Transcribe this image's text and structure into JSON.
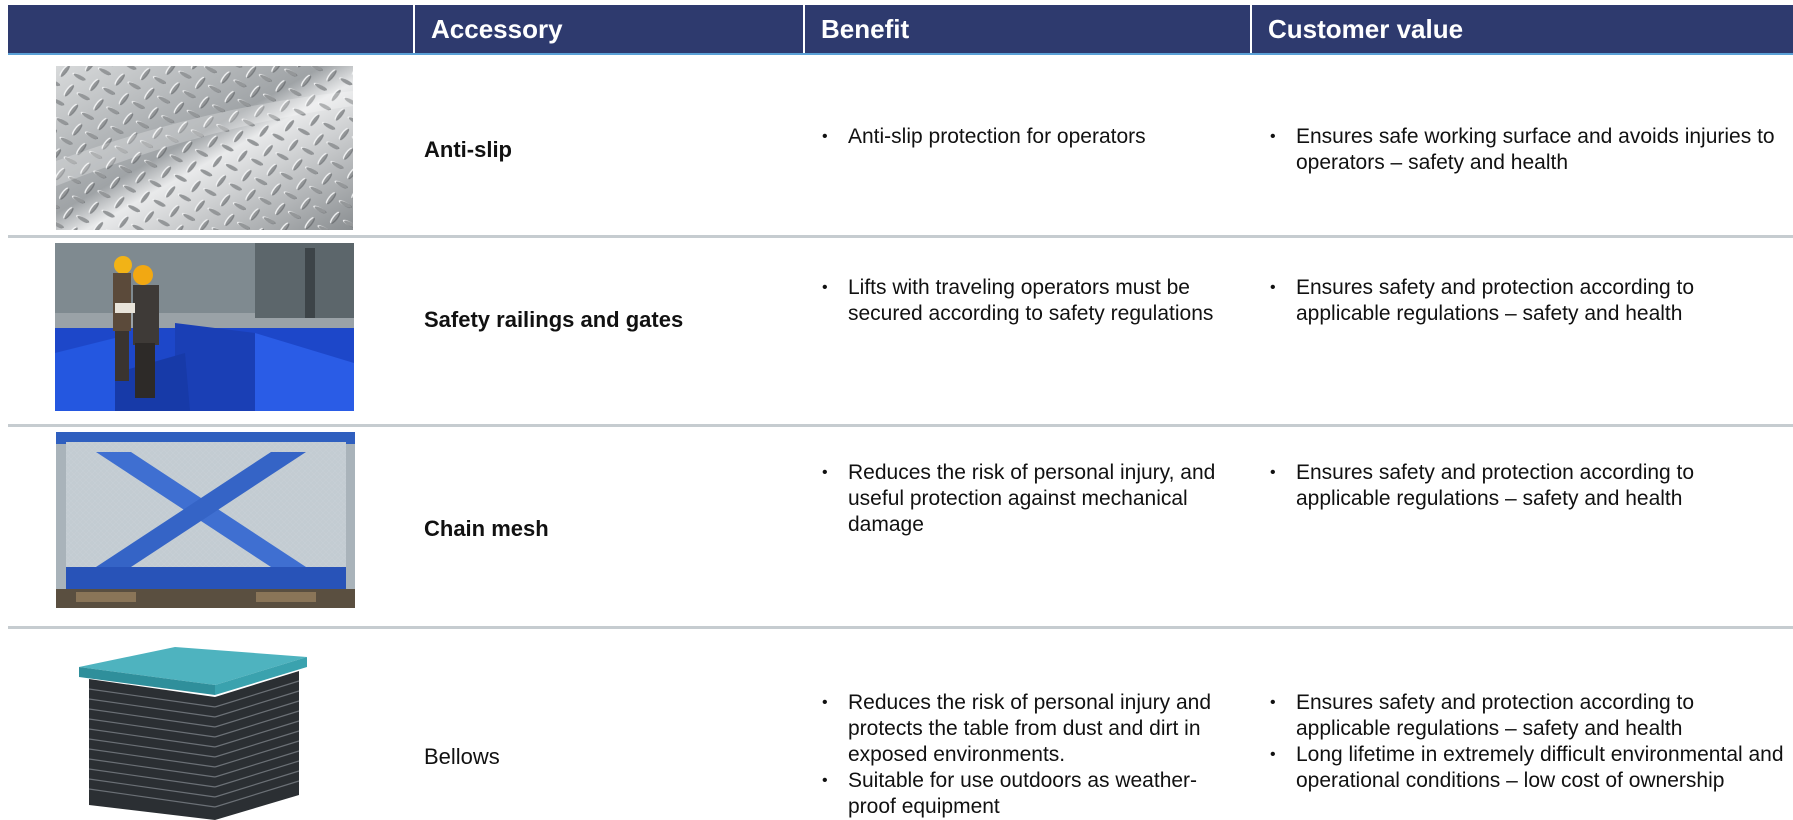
{
  "header": {
    "col_image": "",
    "col_accessory": "Accessory",
    "col_benefit": "Benefit",
    "col_value": "Customer value"
  },
  "rows": [
    {
      "accessory": "Anti-slip",
      "benefit": [
        "Anti-slip protection for operators"
      ],
      "value": [
        "Ensures safe working surface and avoids injuries to operators – safety and health"
      ],
      "image_icon": "diamond-plate-image"
    },
    {
      "accessory": "Safety railings and gates",
      "benefit": [
        "Lifts with traveling operators must be secured according to safety regulations"
      ],
      "value": [
        "Ensures safety and protection according to applicable regulations – safety and health"
      ],
      "image_icon": "workers-with-railings-image"
    },
    {
      "accessory": "Chain mesh",
      "benefit": [
        "Reduces the risk of personal injury, and useful protection against mechanical damage"
      ],
      "value": [
        "Ensures safety and protection according to applicable regulations – safety and health"
      ],
      "image_icon": "scissor-lift-chain-mesh-image"
    },
    {
      "accessory": "Bellows",
      "benefit": [
        "Reduces the risk of personal injury and protects the table from dust and dirt in exposed environments.",
        "Suitable for use outdoors as weather-proof equipment"
      ],
      "value": [
        "Ensures safety and protection according to applicable regulations – safety and health",
        "Long lifetime in extremely difficult environmental and operational conditions – low cost of ownership"
      ],
      "image_icon": "bellows-lift-table-image"
    }
  ],
  "colors": {
    "header_bg": "#2e3a6e",
    "header_text": "#ffffff",
    "separator": "#c6ccd0",
    "lift_blue": "#1f4fbf"
  }
}
